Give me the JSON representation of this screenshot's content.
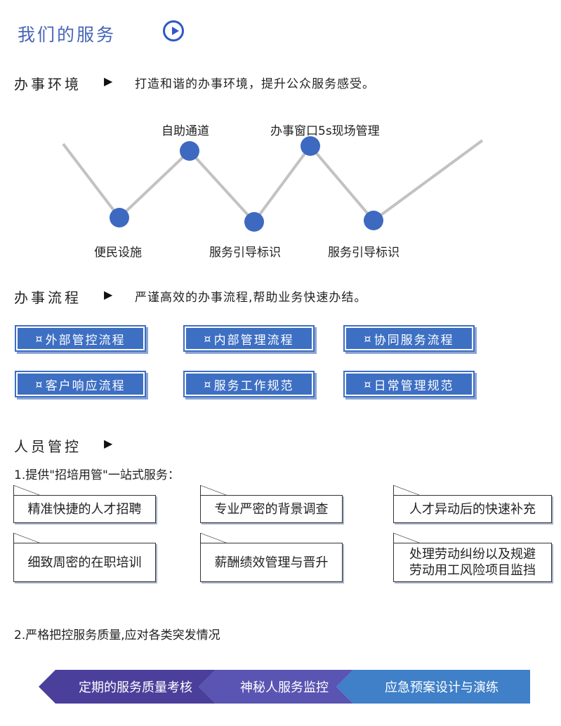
{
  "title": "我们的服务",
  "environment": {
    "heading": "办事环境",
    "arrow": "▶",
    "description": "打造和谐的办事环境，提升公众服务感受。",
    "nodes_top": [
      "自助通道",
      "办事窗口5s现场管理"
    ],
    "nodes_bottom": [
      "便民设施",
      "服务引导标识",
      "服务引导标识"
    ],
    "line_color": "#c2c2c2",
    "node_color": "#3e69c1"
  },
  "process": {
    "heading": "办事流程",
    "arrow": "▶",
    "description": "严谨高效的办事流程,帮助业务快速办结。",
    "glyph": "¤",
    "boxes": [
      "外部管控流程",
      "内部管理流程",
      "协同服务流程",
      "客户响应流程",
      "服务工作规范",
      "日常管理规范"
    ],
    "box_color": "#3d6fc3"
  },
  "staff": {
    "heading": "人员管控",
    "arrow": "▶",
    "point1": "1.提供\"招培用管\"一站式服务：",
    "boxes": [
      "精准快捷的人才招聘",
      "专业严密的背景调查",
      "人才异动后的快速补充",
      "细致周密的在职培训",
      "薪酬绩效管理与晋升",
      "处理劳动纠纷以及规避",
      "劳动用工风险项目监挡"
    ],
    "point2": "2.严格把控服务质量,应对各类突发情况"
  },
  "quality": {
    "items": [
      "定期的服务质量考核",
      "神秘人服务监控",
      "应急预案设计与演练"
    ],
    "colors": [
      "#4a3f9a",
      "#5a54b2",
      "#3f80c8"
    ]
  }
}
